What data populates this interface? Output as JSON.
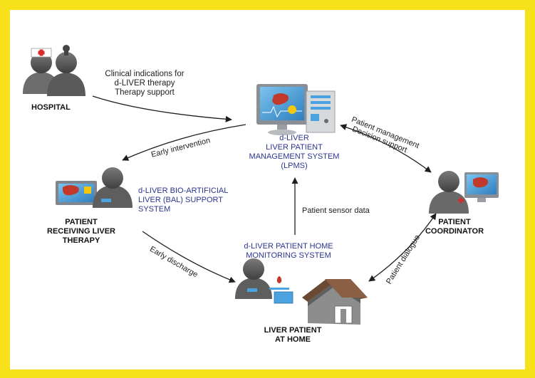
{
  "colors": {
    "border": "#f7e11b",
    "panel": "#ffffff",
    "ink": "#1e1e1e",
    "blue_text": "#2c3590",
    "figure_dark": "#5a5a5a",
    "screen_blue": "#4aa3df",
    "liver_red": "#c0392b"
  },
  "nodes": {
    "hospital": {
      "label": "HOSPITAL"
    },
    "lpms": {
      "lines": [
        "d-LIVER",
        "LIVER PATIENT",
        "MANAGEMENT SYSTEM",
        "(LPMS)"
      ]
    },
    "bal": {
      "lines": [
        "d-LIVER BIO-ARTIFICIAL",
        "LIVER (BAL) SUPPORT",
        "SYSTEM"
      ]
    },
    "patient_therapy": {
      "lines": [
        "PATIENT",
        "RECEIVING LIVER",
        "THERAPY"
      ]
    },
    "coordinator": {
      "lines": [
        "PATIENT",
        "COORDINATOR"
      ]
    },
    "home_monitoring": {
      "lines": [
        "d-LIVER PATIENT HOME",
        "MONITORING SYSTEM"
      ]
    },
    "home_patient": {
      "lines": [
        "LIVER PATIENT",
        "AT HOME"
      ]
    }
  },
  "edges": {
    "hospital_to_lpms": {
      "lines": [
        "Clinical indications for",
        "d-LIVER therapy",
        "Therapy support"
      ]
    },
    "early_intervention": {
      "label": "Early intervention"
    },
    "patient_management": {
      "lines": [
        "Patient management",
        "Decision support"
      ]
    },
    "patient_sensor_data": {
      "label": "Patient sensor data"
    },
    "early_discharge": {
      "label": "Early discharge"
    },
    "patient_dialogue": {
      "label": "Patient dialogue"
    }
  }
}
